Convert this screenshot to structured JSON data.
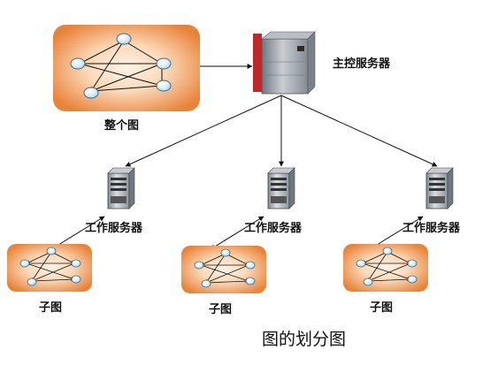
{
  "labels": {
    "whole_graph": "整个图",
    "master_server": "主控服务器",
    "worker_server_1": "工作服务器",
    "worker_server_2": "工作服务器",
    "worker_server_3": "工作服务器",
    "subgraph_1": "子图",
    "subgraph_2": "子图",
    "subgraph_3": "子图",
    "caption": "图的划分图"
  },
  "icons": {
    "master": "master-server-icon",
    "worker": "worker-server-icon"
  },
  "colors": {
    "panel_center": "#fbe1c9",
    "panel_edge": "#e8843a",
    "node_fill": "#cfe6f2",
    "node_stroke": "#3a6f8a",
    "master_red": "#c0262a",
    "server_gray": "#9aa3ab",
    "arrow": "#111111"
  }
}
